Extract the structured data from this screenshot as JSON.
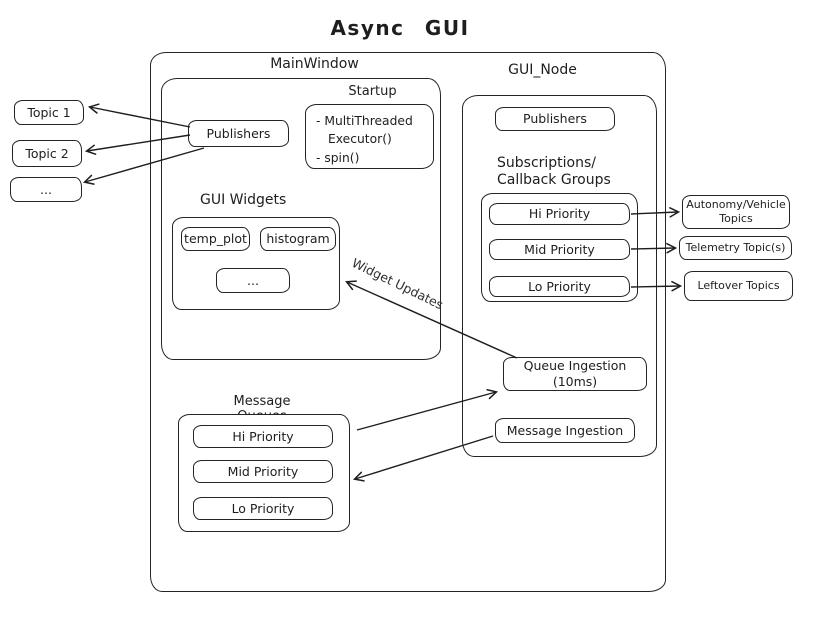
{
  "title": "Async GUI",
  "colors": {
    "stroke": "#1e1e1e",
    "background": "#ffffff"
  },
  "left_topics": [
    "Topic 1",
    "Topic 2",
    "..."
  ],
  "main_window": {
    "label": "MainWindow",
    "publishers_label": "Publishers",
    "startup": {
      "label": "Startup",
      "items": [
        "- MultiThreaded",
        "Executor()",
        "- spin()"
      ]
    },
    "gui_widgets": {
      "label": "GUI Widgets",
      "widgets": [
        "temp_plot",
        "histogram",
        "..."
      ]
    }
  },
  "message_queues": {
    "label": "Message Queues",
    "items": [
      "Hi Priority",
      "Mid Priority",
      "Lo Priority"
    ]
  },
  "gui_node": {
    "label": "GUI_Node",
    "publishers_label": "Publishers",
    "subscriptions_label": [
      "Subscriptions/",
      "Callback Groups"
    ],
    "priorities": [
      "Hi Priority",
      "Mid Priority",
      "Lo Priority"
    ],
    "queue_ingestion_label": "Queue Ingestion (10ms)",
    "message_ingestion_label": "Message Ingestion"
  },
  "right_topics": [
    "Autonomy/Vehicle Topics",
    "Telemetry Topic(s)",
    "Leftover Topics"
  ],
  "arrow_labels": {
    "widget_updates": "Widget Updates"
  }
}
